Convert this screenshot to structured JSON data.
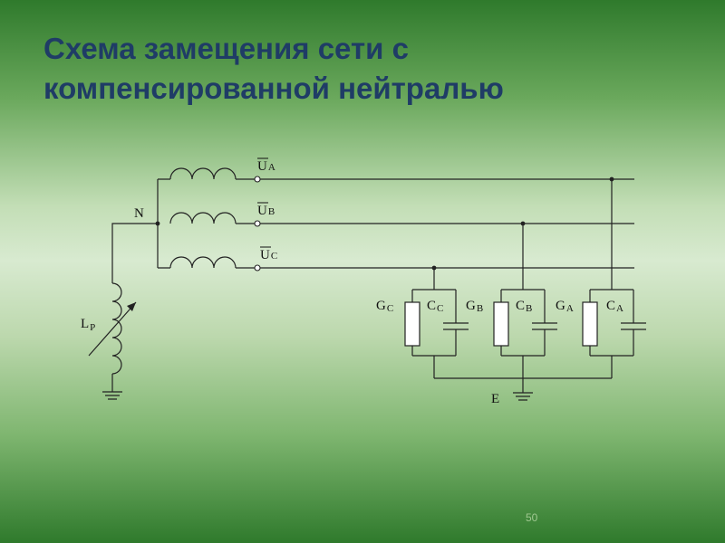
{
  "slide": {
    "title_line1": "Схема замещения сети с",
    "title_line2": "компенсированной нейтралью",
    "page_number": "50"
  },
  "diagram": {
    "neutral_label": "N",
    "ground_label": "E",
    "reactor": {
      "main": "L",
      "sub": "P"
    },
    "phases": [
      {
        "main": "U",
        "sub": "A"
      },
      {
        "main": "U",
        "sub": "B"
      },
      {
        "main": "U",
        "sub": "C"
      }
    ],
    "branches": [
      {
        "g_main": "G",
        "g_sub": "C",
        "c_main": "C",
        "c_sub": "C"
      },
      {
        "g_main": "G",
        "g_sub": "B",
        "c_main": "C",
        "c_sub": "B"
      },
      {
        "g_main": "G",
        "g_sub": "A",
        "c_main": "C",
        "c_sub": "A"
      }
    ]
  },
  "colors": {
    "title": "#1f3c66",
    "wire": "#222222",
    "background_dark": "#2f7a2c",
    "background_light": "#d8ead0"
  }
}
